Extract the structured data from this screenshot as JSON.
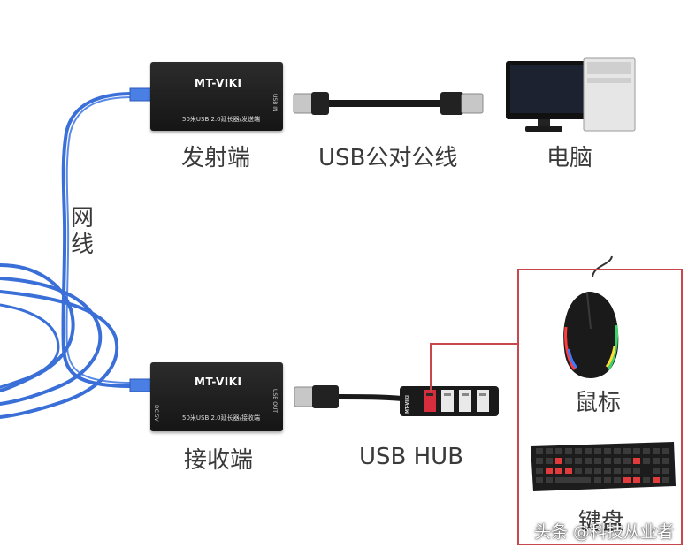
{
  "labels": {
    "transmitter": "发射端",
    "usb_cable": "USB公对公线",
    "computer": "电脑",
    "network_cable": "网线",
    "receiver": "接收端",
    "usb_hub": "USB HUB",
    "mouse": "鼠标",
    "keyboard": "键盘"
  },
  "transmitter_device": {
    "brand": "MT-VIKI",
    "description": "50米USB 2.0延长器/发送端",
    "port": "USB IN"
  },
  "receiver_device": {
    "brand": "MT-VIKI",
    "description": "50米USB 2.0延长器/接收端",
    "port": "USB OUT",
    "dc_port": "DC 5V"
  },
  "hub_device": {
    "brand": "MT-VIKI"
  },
  "watermark": "头条 @科技从业者",
  "colors": {
    "cable_blue": "#3a6fd8",
    "highlight_red": "#c8474d",
    "device_black": "#1c1c1c",
    "label_gray": "#3a3a3a"
  }
}
